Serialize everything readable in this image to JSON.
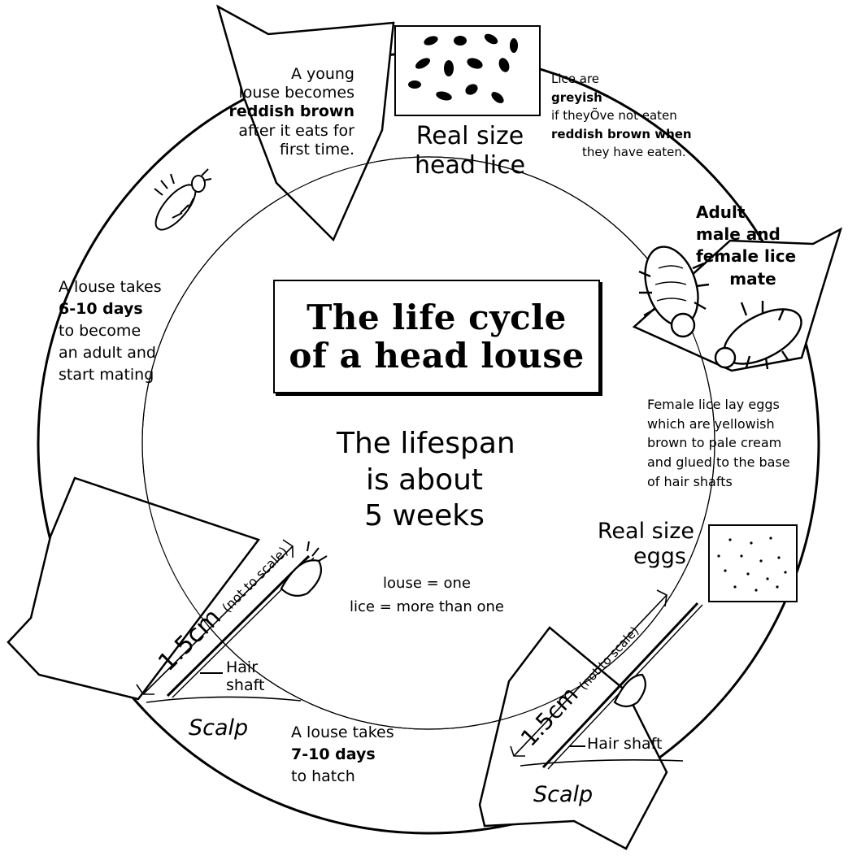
{
  "title": {
    "line1": "The life cycle",
    "line2": "of a head louse"
  },
  "center": {
    "lifespan_lines": [
      "The lifespan",
      "is about",
      "5 weeks"
    ],
    "note_lines": [
      "louse = one",
      "lice = more than one"
    ]
  },
  "real_size_lice": {
    "label_lines": [
      "Real size",
      "head lice"
    ]
  },
  "young_louse": {
    "lines": [
      "A young",
      "louse becomes",
      "reddish brown",
      "after it eats for",
      "first time."
    ]
  },
  "lice_colour": {
    "lines": [
      "Lice are",
      "greyish",
      "if theyÕve not eaten",
      "reddish brown when",
      "they have eaten."
    ]
  },
  "adult_mate": {
    "lines": [
      "Adult",
      "male and",
      "female lice",
      "mate"
    ]
  },
  "adult_time": {
    "lines": [
      "A louse takes",
      "6-10 days",
      "to become",
      "an adult and",
      "start mating"
    ]
  },
  "lay_eggs": {
    "lines": [
      "Female lice lay eggs",
      "which are yellowish",
      "brown to pale cream",
      "and glued to the base",
      "of hair shafts"
    ]
  },
  "real_size_eggs": {
    "label_lines": [
      "Real size",
      "eggs"
    ]
  },
  "hatch": {
    "lines": [
      "A louse takes",
      "7-10 days",
      "to hatch"
    ]
  },
  "left_hair": {
    "measure": "1.5cm",
    "scale_note": "(not to scale)",
    "hair_lines": [
      "Hair",
      "shaft"
    ],
    "scalp": "Scalp"
  },
  "right_hair": {
    "measure": "1.5cm",
    "scale_note": "(not to scale)",
    "hair_label": "Hair shaft",
    "scalp": "Scalp"
  }
}
